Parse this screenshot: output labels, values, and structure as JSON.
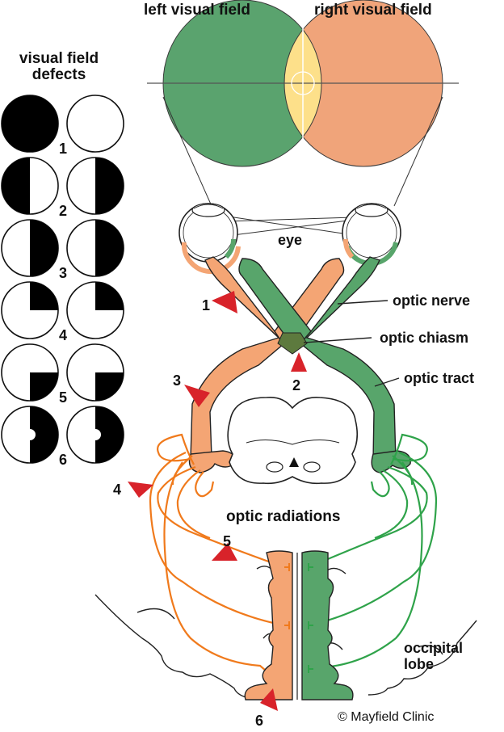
{
  "labels": {
    "left_visual_field": "left visual field",
    "right_visual_field": "right visual field",
    "defects_title_line1": "visual field",
    "defects_title_line2": "defects",
    "eye": "eye",
    "optic_nerve": "optic nerve",
    "optic_chiasm": "optic chiasm",
    "optic_tract": "optic tract",
    "optic_radiations": "optic radiations",
    "occipital_line1": "occipital",
    "occipital_line2": "lobe",
    "credit": "© Mayfield Clinic"
  },
  "defects": [
    {
      "number": "1",
      "left": "full",
      "right": "none"
    },
    {
      "number": "2",
      "left": "left-half",
      "right": "right-half"
    },
    {
      "number": "3",
      "left": "right-half",
      "right": "right-half"
    },
    {
      "number": "4",
      "left": "upper-right",
      "right": "upper-right"
    },
    {
      "number": "5",
      "left": "lower-right",
      "right": "lower-right"
    },
    {
      "number": "6",
      "left": "right-half-macular-sparing",
      "right": "right-half-macular-sparing"
    }
  ],
  "lesion_markers": [
    "1",
    "2",
    "3",
    "4",
    "5",
    "6"
  ],
  "colors": {
    "left_field": "#5aa36e",
    "right_field": "#f0a47a",
    "overlap": "#fde08a",
    "green_path": "#58a56b",
    "orange_path": "#f4a574",
    "green_radiation": "#2fa34a",
    "orange_radiation": "#f07a1c",
    "marker": "#d8232a"
  }
}
